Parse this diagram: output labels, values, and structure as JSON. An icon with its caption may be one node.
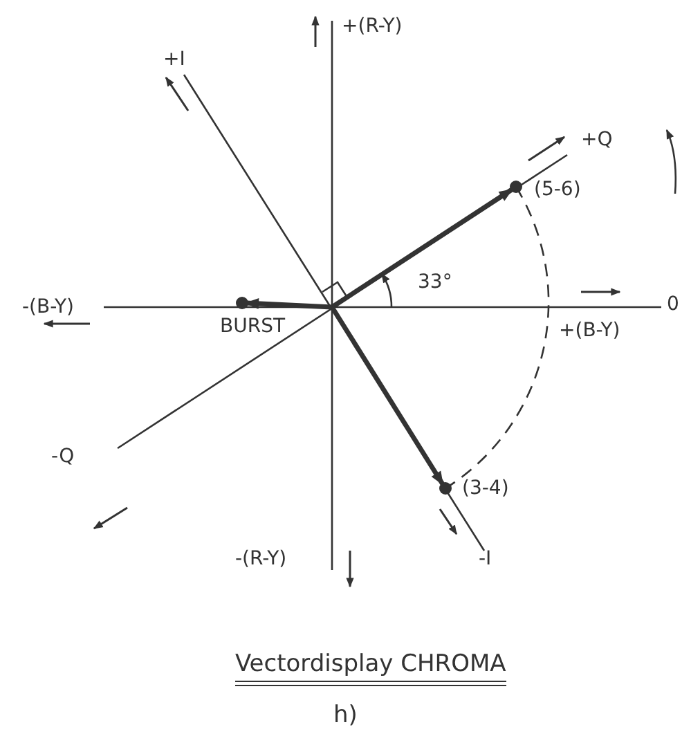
{
  "diagram": {
    "caption": "Vectordisplay CHROMA",
    "labels": [
      "+(R-Y)",
      "+I",
      "+Q",
      "(5-6)",
      "33°",
      "-(B-Y)",
      "BURST",
      "0",
      "+(B-Y)",
      "-Q",
      "(3-4)",
      "-I",
      "-(R-Y)",
      "h)"
    ]
  }
}
